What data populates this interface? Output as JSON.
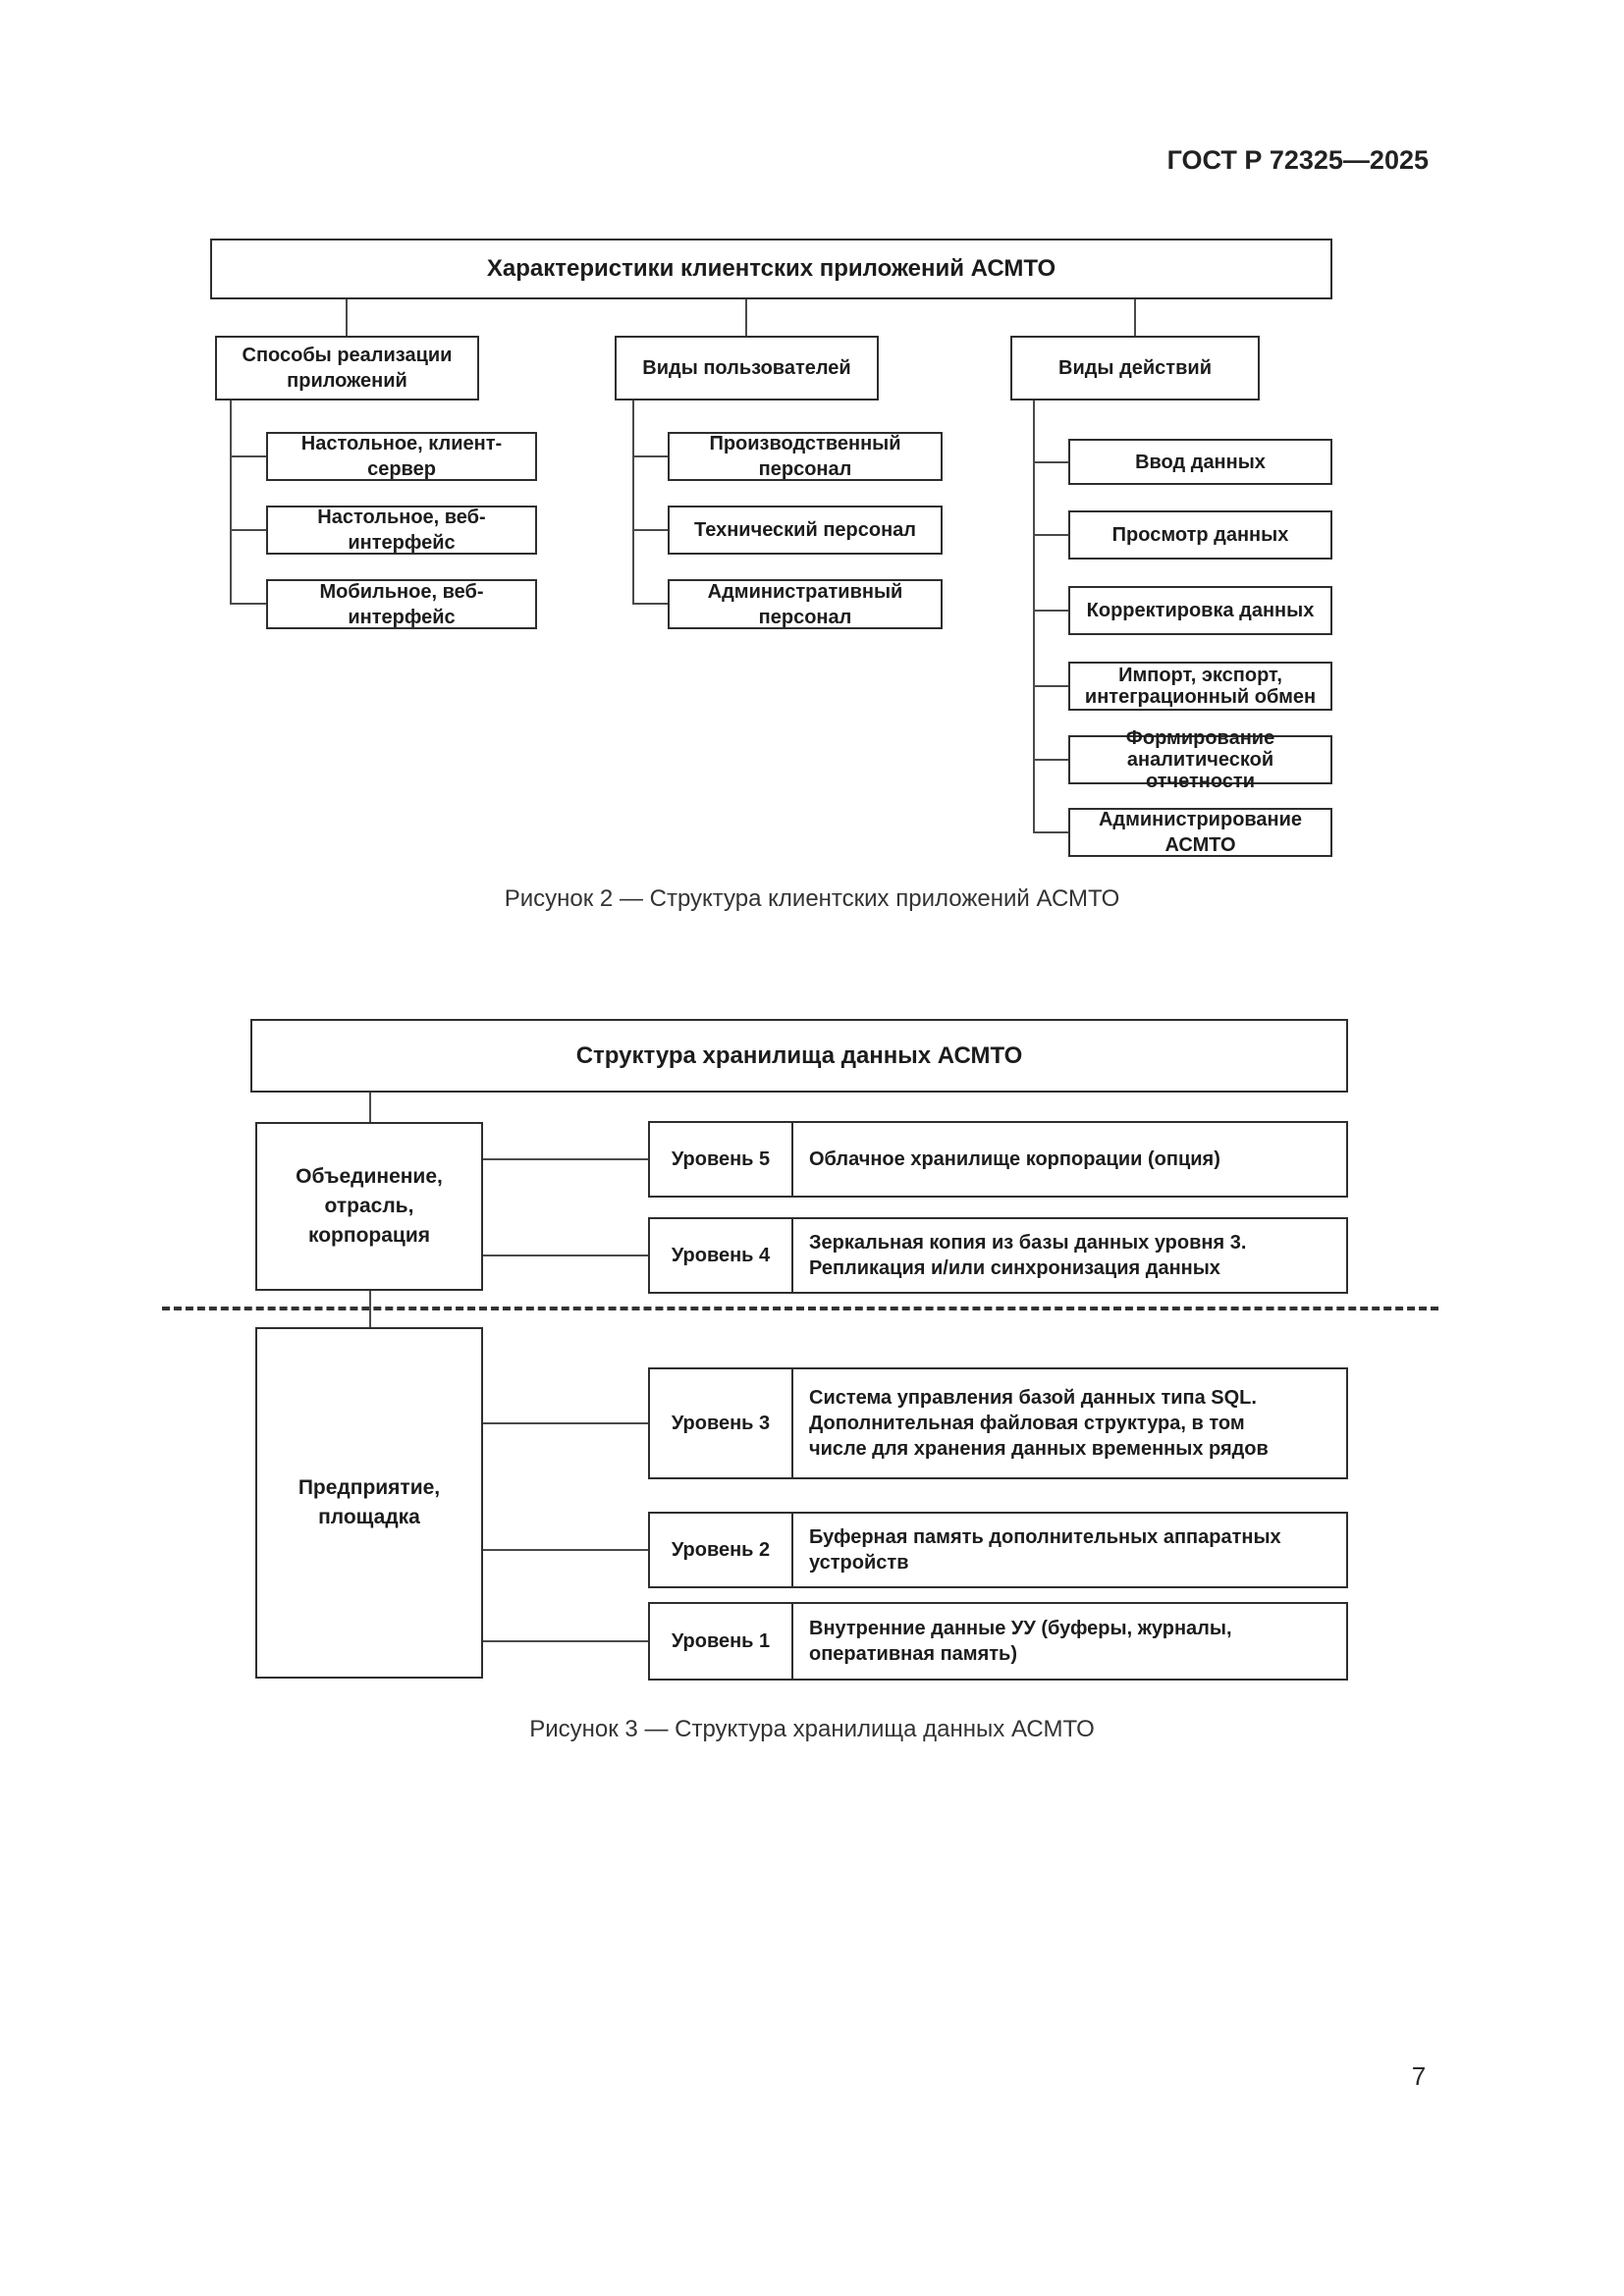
{
  "page": {
    "header": "ГОСТ Р 72325—2025",
    "page_number": "7"
  },
  "fig2": {
    "title": "Характеристики клиентских приложений АСМТО",
    "caption": "Рисунок 2 — Структура клиентских приложений АСМТО",
    "columns": [
      {
        "header": "Способы реализации\nприложений",
        "items": [
          "Настольное, клиент-сервер",
          "Настольное, веб-интерфейс",
          "Мобильное, веб-интерфейс"
        ]
      },
      {
        "header": "Виды пользователей",
        "items": [
          "Производственный персонал",
          "Технический персонал",
          "Административный персонал"
        ]
      },
      {
        "header": "Виды действий",
        "items": [
          "Ввод данных",
          "Просмотр данных",
          "Корректировка данных",
          "Импорт, экспорт,\nинтеграционный обмен",
          "Формирование\nаналитической отчетности",
          "Администрирование АСМТО"
        ]
      }
    ]
  },
  "fig3": {
    "title": "Структура хранилища данных АСМТО",
    "caption": "Рисунок 3 — Структура хранилища данных АСМТО",
    "groups": [
      {
        "label": "Объединение,\nотрасль,\nкорпорация",
        "levels": [
          {
            "name": "Уровень 5",
            "description": "Облачное хранилище корпорации (опция)"
          },
          {
            "name": "Уровень 4",
            "description": "Зеркальная копия из базы данных уровня 3.\nРепликация и/или синхронизация данных"
          }
        ]
      },
      {
        "label": "Предприятие,\nплощадка",
        "levels": [
          {
            "name": "Уровень 3",
            "description": "Система управления базой данных типа SQL.\nДополнительная файловая структура, в том\nчисле для хранения данных временных рядов"
          },
          {
            "name": "Уровень 2",
            "description": "Буферная память дополнительных аппаратных\nустройств"
          },
          {
            "name": "Уровень 1",
            "description": "Внутренние данные УУ (буферы, журналы,\nоперативная память)"
          }
        ]
      }
    ]
  }
}
